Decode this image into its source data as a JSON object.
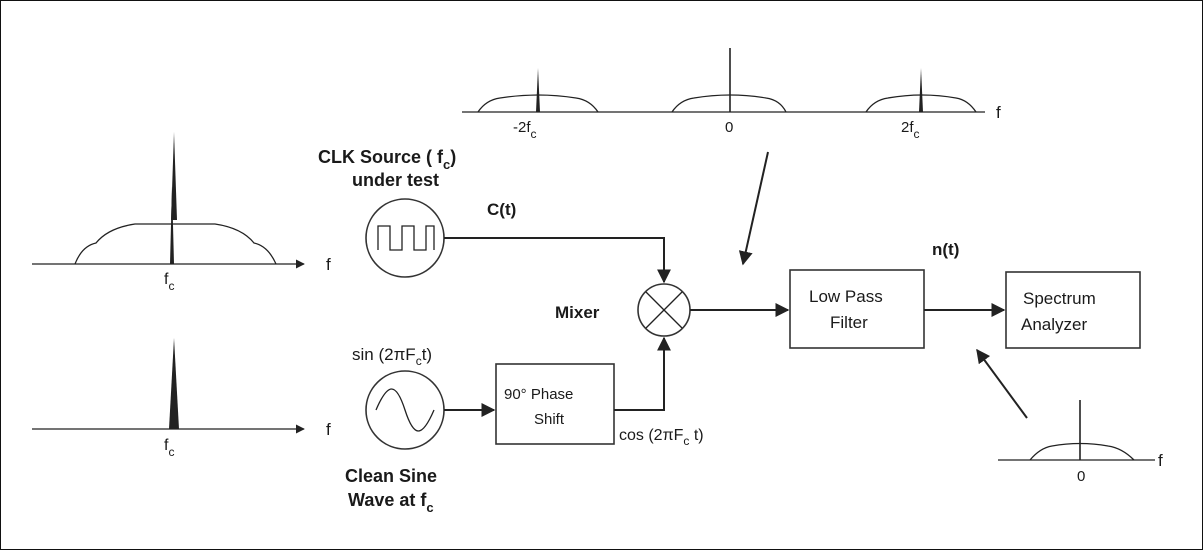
{
  "blocks": {
    "clk_source": {
      "line1": "CLK Source ( f",
      "line1_sub": "c",
      "line1_end": ")",
      "line2": "under test"
    },
    "clk_signal": "C(t)",
    "sine_top": {
      "pre": "sin (2πF",
      "sub": "c",
      "post": "t)"
    },
    "clean_sine": {
      "line1": "Clean Sine",
      "line2": "Wave at f",
      "line2_sub": "c"
    },
    "phase_shift": {
      "line1": "90° Phase",
      "line2": "Shift"
    },
    "cos_label": {
      "pre": "cos (2πF",
      "sub": "c",
      "post": " t)"
    },
    "mixer": "Mixer",
    "lpf": {
      "line1": "Low Pass",
      "line2": "Filter"
    },
    "noise_signal": "n(t)",
    "spectrum": {
      "line1": "Spectrum",
      "line2": "Analyzer"
    }
  },
  "spectra": {
    "top": {
      "axis": "f",
      "tick_left": "-2f",
      "tick_left_sub": "c",
      "tick_mid": "0",
      "tick_right": "2f",
      "tick_right_sub": "c"
    },
    "clk": {
      "axis": "f",
      "tick": "f",
      "tick_sub": "c"
    },
    "sine": {
      "axis": "f",
      "tick": "f",
      "tick_sub": "c"
    },
    "output": {
      "axis": "f",
      "tick": "0"
    }
  }
}
